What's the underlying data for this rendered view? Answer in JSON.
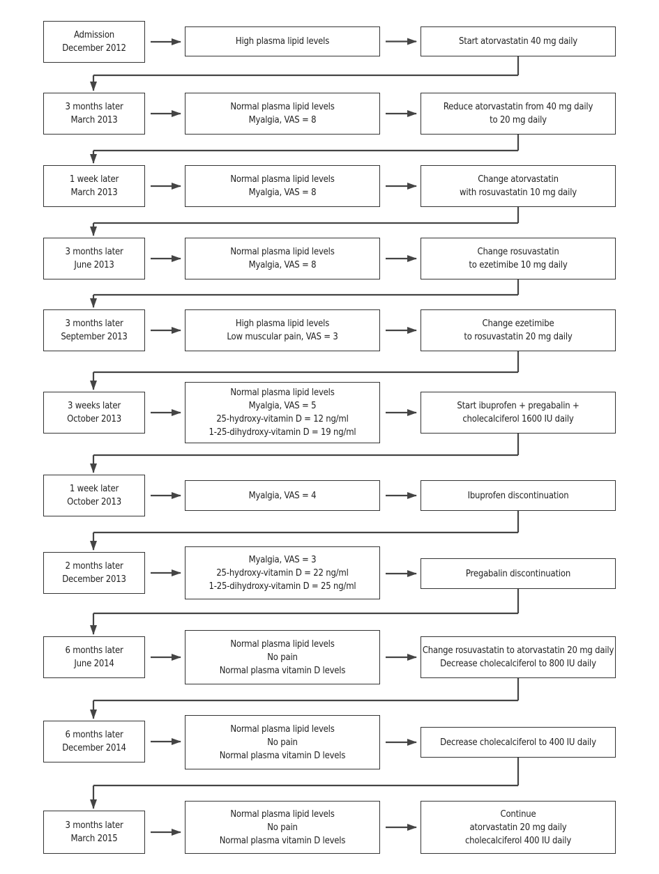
{
  "rows": [
    {
      "date": [
        "Admission",
        "December 2012"
      ],
      "finding": [
        "High plasma lipid levels"
      ],
      "action": [
        "Start atorvastatin 40 mg daily"
      ]
    },
    {
      "date": [
        "3 months later",
        "March 2013"
      ],
      "finding": [
        "Normal plasma lipid levels",
        "Myalgia, VAS = 8"
      ],
      "action": [
        "Reduce atorvastatin from 40 mg daily",
        "to 20 mg daily"
      ]
    },
    {
      "date": [
        "1 week later",
        "March 2013"
      ],
      "finding": [
        "Normal plasma lipid levels",
        "Myalgia, VAS = 8"
      ],
      "action": [
        "Change atorvastatin",
        "with rosuvastatin 10 mg daily"
      ]
    },
    {
      "date": [
        "3 months later",
        "June 2013"
      ],
      "finding": [
        "Normal plasma lipid levels",
        "Myalgia, VAS = 8"
      ],
      "action": [
        "Change rosuvastatin",
        "to ezetimibe 10 mg daily"
      ]
    },
    {
      "date": [
        "3 months later",
        "September 2013"
      ],
      "finding": [
        "High plasma lipid levels",
        "Low muscular pain, VAS = 3"
      ],
      "action": [
        "Change ezetimibe",
        "to rosuvastatin 20 mg daily"
      ]
    },
    {
      "date": [
        "3 weeks later",
        "October 2013"
      ],
      "finding": [
        "Normal plasma lipid levels",
        "Myalgia, VAS = 5",
        "25-hydroxy-vitamin D = 12 ng/ml",
        "1-25-dihydroxy-vitamin D = 19 ng/ml"
      ],
      "action": [
        "Start ibuprofen + pregabalin +",
        "cholecalciferol 1600 IU daily"
      ]
    },
    {
      "date": [
        "1 week later",
        "October 2013"
      ],
      "finding": [
        "Myalgia, VAS = 4"
      ],
      "action": [
        "Ibuprofen discontinuation"
      ]
    },
    {
      "date": [
        "2 months later",
        "December 2013"
      ],
      "finding": [
        "Myalgia, VAS = 3",
        "25-hydroxy-vitamin D = 22 ng/ml",
        "1-25-dihydroxy-vitamin D = 25 ng/ml"
      ],
      "action": [
        "Pregabalin discontinuation"
      ]
    },
    {
      "date": [
        "6 months later",
        "June 2014"
      ],
      "finding": [
        "Normal plasma lipid levels",
        "No pain",
        "Normal plasma vitamin D levels"
      ],
      "action": [
        "Change rosuvastatin to atorvastatin 20 mg daily",
        "Decrease cholecalciferol to 800 IU daily"
      ]
    },
    {
      "date": [
        "6 months later",
        "December 2014"
      ],
      "finding": [
        "Normal plasma lipid levels",
        "No pain",
        "Normal plasma vitamin D levels"
      ],
      "action": [
        "Decrease cholecalciferol to 400 IU daily"
      ]
    },
    {
      "date": [
        "3 months later",
        "March 2015"
      ],
      "finding": [
        "Normal plasma lipid levels",
        "No pain",
        "Normal plasma vitamin D levels"
      ],
      "action": [
        "Continue",
        "atorvastatin 20 mg daily",
        "cholecalciferol 400 IU daily"
      ]
    }
  ]
}
